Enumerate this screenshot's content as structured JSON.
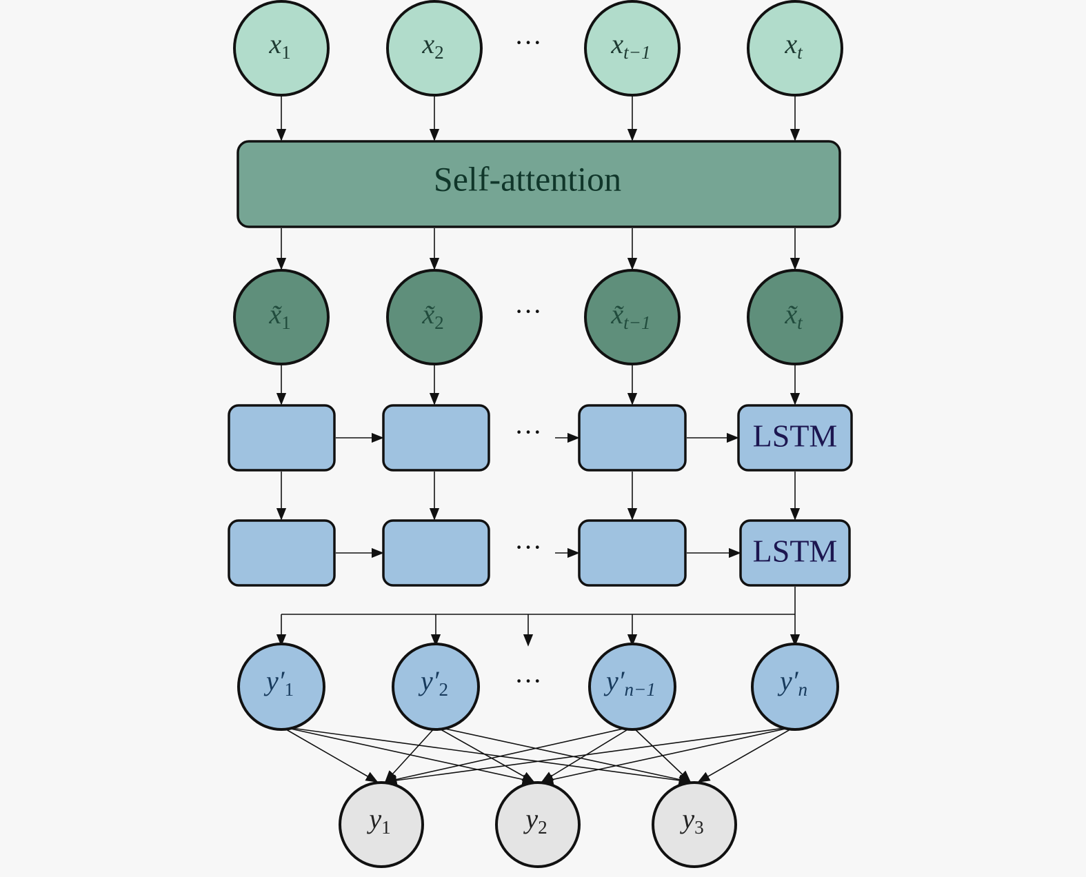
{
  "colors": {
    "background": "#f7f7f7",
    "input_node": "#b1dccb",
    "attention_block": "#76a594",
    "attention_text": "#10362a",
    "attended_node": "#5f8f7b",
    "attended_text": "#214c3d",
    "lstm_cell": "#9fc2e0",
    "lstm_text": "#1c1650",
    "output_prime_node": "#9fc2e0",
    "output_prime_text": "#173a5c",
    "output_node": "#e4e4e4",
    "output_text": "#222222",
    "stroke": "#111111"
  },
  "ellipsis": "···",
  "input_nodes": [
    {
      "base": "x",
      "sub": "1"
    },
    {
      "base": "x",
      "sub": "2"
    },
    {
      "base": "x",
      "sub": "t−1"
    },
    {
      "base": "x",
      "sub": "t"
    }
  ],
  "attention": {
    "label": "Self-attention"
  },
  "attended_nodes": [
    {
      "base": "x̃",
      "sub": "1"
    },
    {
      "base": "x̃",
      "sub": "2"
    },
    {
      "base": "x̃",
      "sub": "t−1"
    },
    {
      "base": "x̃",
      "sub": "t"
    }
  ],
  "lstm_layers": [
    {
      "cells": [
        "",
        "",
        "",
        "LSTM"
      ]
    },
    {
      "cells": [
        "",
        "",
        "",
        "LSTM"
      ]
    }
  ],
  "output_prime_nodes": [
    {
      "base": "y′",
      "sub": "1"
    },
    {
      "base": "y′",
      "sub": "2"
    },
    {
      "base": "y′",
      "sub": "n−1"
    },
    {
      "base": "y′",
      "sub": "n"
    }
  ],
  "output_nodes": [
    {
      "base": "y",
      "sub": "1"
    },
    {
      "base": "y",
      "sub": "2"
    },
    {
      "base": "y",
      "sub": "3"
    }
  ]
}
